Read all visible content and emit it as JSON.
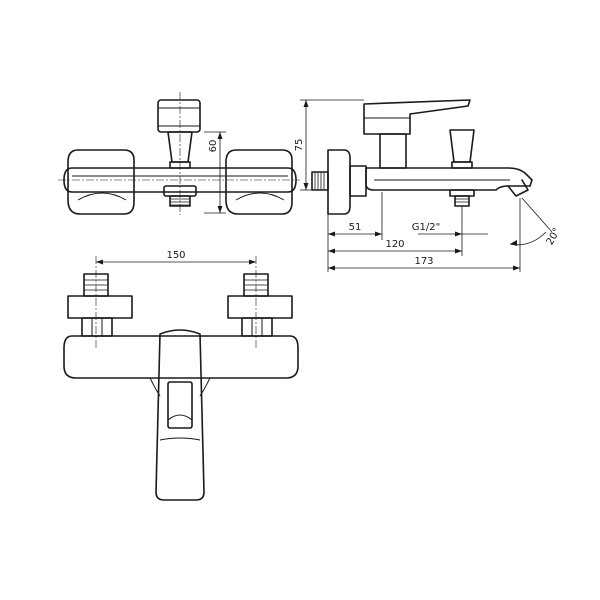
{
  "dimensions": {
    "inlet_center_distance": "150",
    "handle_height": "60",
    "total_height": "75",
    "wall_to_inlet": "51",
    "wall_to_spout_outlet": "120",
    "total_depth": "173",
    "thread_size": "G1/2\"",
    "spout_angle": "20°"
  }
}
